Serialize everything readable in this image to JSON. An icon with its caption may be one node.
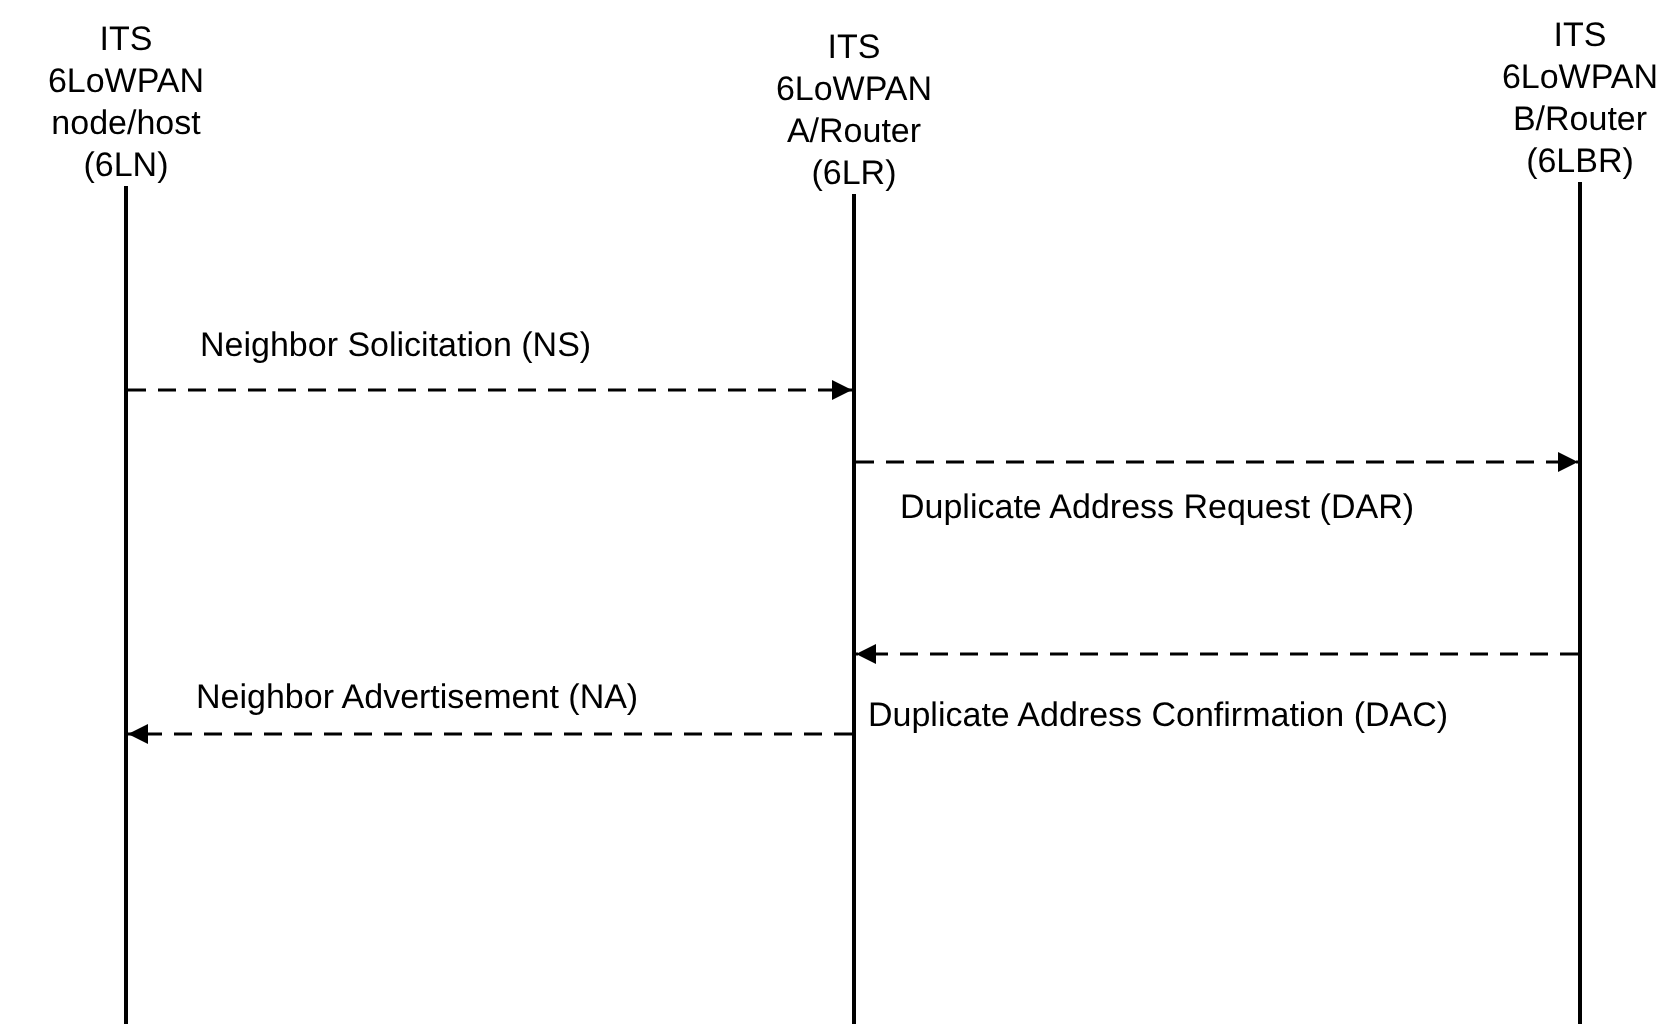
{
  "diagram": {
    "nodes": [
      {
        "text": [
          "ITS 6LoWPAN node/host (6LN)"
        ]
      },
      {
        "text": [
          "ITS 6LoWPAN A/Router (6LR)"
        ]
      },
      {
        "text": [
          "ITS 6LoWPAN B/Router (6LBR)"
        ]
      }
    ],
    "edges": [
      {
        "from": 0,
        "to": 1,
        "arrow": "to",
        "style": "dashed",
        "label": "Neighbor Solicitation (NS)"
      },
      {
        "from": 1,
        "to": 2,
        "arrow": "to",
        "style": "dashed",
        "label": "Duplicate Address Request (DAR)"
      },
      {
        "from": 2,
        "to": 1,
        "arrow": "to",
        "style": "dashed",
        "label": "Duplicate Address Confirmation (DAC)"
      },
      {
        "from": 1,
        "to": 0,
        "arrow": "to",
        "style": "dashed",
        "label": "Neighbor Advertisement (NA)"
      }
    ]
  }
}
